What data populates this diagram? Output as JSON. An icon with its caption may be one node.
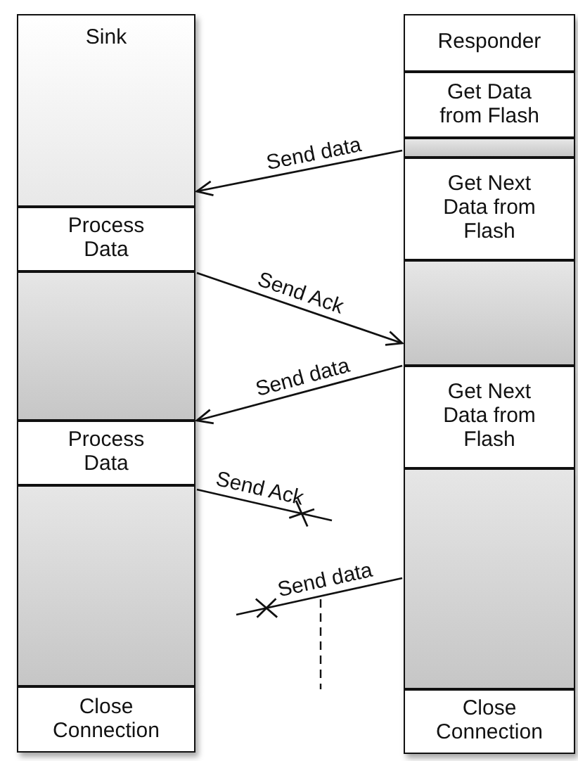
{
  "diagram": {
    "nodes": [
      {
        "text": [
          "Sink"
        ]
      },
      {
        "text": [
          "Process Data"
        ]
      },
      {
        "text": [],
        "shape": "box"
      },
      {
        "text": [
          "Process Data"
        ]
      },
      {
        "text": [],
        "shape": "box"
      },
      {
        "text": [
          "Close Connection"
        ]
      },
      {
        "text": [
          "Responder"
        ]
      },
      {
        "text": [
          "Get Data from Flash"
        ]
      },
      {
        "text": [],
        "shape": "box"
      },
      {
        "text": [
          "Get Next Data from Flash"
        ]
      },
      {
        "text": [],
        "shape": "box"
      },
      {
        "text": [
          "Get Next Data from Flash"
        ]
      },
      {
        "text": [],
        "shape": "box"
      },
      {
        "text": [
          "Close Connection"
        ]
      }
    ],
    "edges": [
      {
        "from": 8,
        "to": 0,
        "arrow": "to",
        "label": "Send data"
      },
      {
        "from": 2,
        "to": 10,
        "arrow": "to",
        "label": "Send Ack"
      },
      {
        "from": 11,
        "to": 2,
        "arrow": "to",
        "label": "Send data"
      },
      {
        "from": 4,
        "to": null,
        "arrow": "other",
        "label": "Send Ack"
      },
      {
        "from": 12,
        "to": null,
        "arrow": "other",
        "label": "Send data"
      }
    ]
  }
}
